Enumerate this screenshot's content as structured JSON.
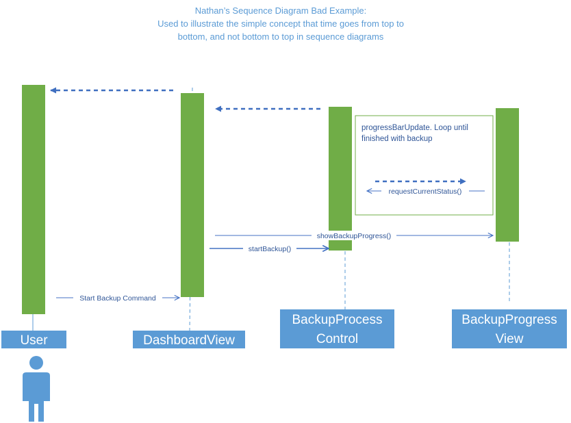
{
  "title": {
    "line1": "Nathan’s Sequence Diagram Bad Example:",
    "line2": "Used to illustrate the simple concept that time goes from top to",
    "line3": "bottom, and not bottom to top in sequence diagrams"
  },
  "lifelines": {
    "user": {
      "label": "User"
    },
    "dashboard": {
      "label": "DashboardView"
    },
    "backup_control": {
      "line1": "BackupProcess",
      "line2": "Control"
    },
    "progress_view": {
      "line1": "BackupProgress",
      "line2": "View"
    }
  },
  "messages": {
    "start_backup_command": "Start Backup Command",
    "start_backup": "startBackup()",
    "show_backup_progress": "showBackupProgress()",
    "request_current_status": "requestCurrentStatus()"
  },
  "loop_note": {
    "line1": "progressBarUpdate. Loop until",
    "line2": "finished with backup"
  },
  "colors": {
    "activation_green": "#70ad47",
    "box_blue": "#5b9bd5",
    "line_blue": "#4472c4",
    "dashed_blue": "#3f6fc0",
    "note_border": "#70ad47"
  }
}
